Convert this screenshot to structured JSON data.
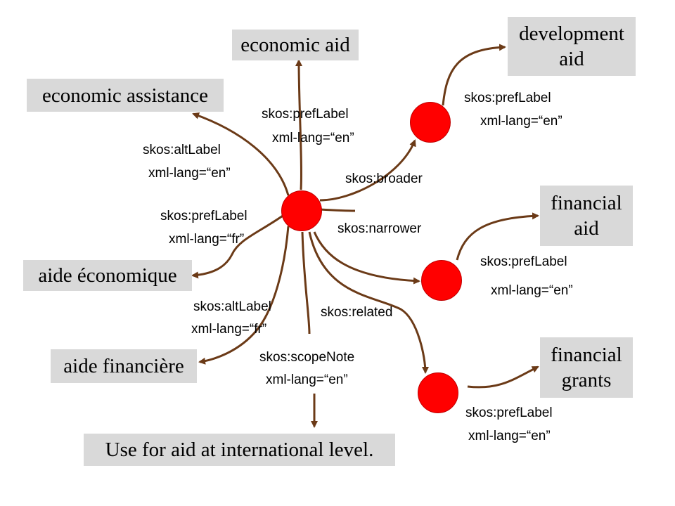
{
  "colors": {
    "node": "#ff0000",
    "edge": "#6b3a17",
    "box": "#d9d9d9"
  },
  "concepts": {
    "economic_aid": "economic aid",
    "economic_assistance": "economic assistance",
    "aide_economique": "aide économique",
    "aide_financiere": "aide financière",
    "scope_note": "Use for aid at international level.",
    "development_aid": [
      "development",
      "aid"
    ],
    "financial_aid": [
      "financial",
      "aid"
    ],
    "financial_grants": [
      "financial",
      "grants"
    ]
  },
  "relations": {
    "pref_en": [
      "skos:prefLabel",
      "xml-lang=“en”"
    ],
    "alt_en": [
      "skos:altLabel",
      "xml-lang=“en”"
    ],
    "pref_fr": [
      "skos:prefLabel",
      "xml-lang=“fr”"
    ],
    "alt_fr": [
      "skos:altLabel",
      "xml-lang=“fr”"
    ],
    "scope_en": [
      "skos:scopeNote",
      "xml-lang=“en”"
    ],
    "broader": "skos:broader",
    "narrower": "skos:narrower",
    "related": "skos:related",
    "dev_pref": [
      "skos:prefLabel",
      "xml-lang=“en”"
    ],
    "fin_pref": [
      "skos:prefLabel",
      "xml-lang=“en”"
    ],
    "grant_pref": [
      "skos:prefLabel",
      "xml-lang=“en”"
    ]
  }
}
